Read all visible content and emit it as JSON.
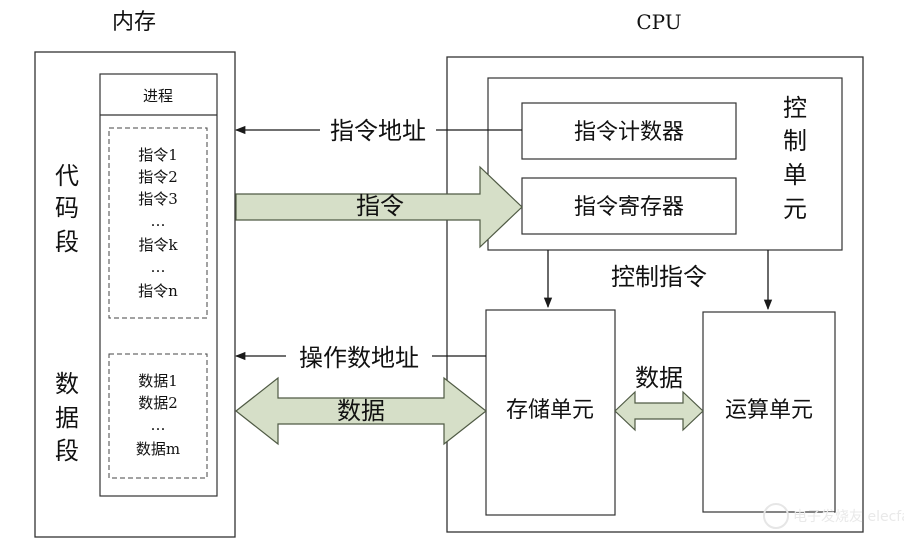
{
  "memory": {
    "title": "内存",
    "code_segment": [
      "代",
      "码",
      "段"
    ],
    "data_segment": [
      "数",
      "据",
      "段"
    ],
    "process_label": "进程",
    "instructions": [
      "指令1",
      "指令2",
      "指令3",
      "…",
      "指令k",
      "…",
      "指令n"
    ],
    "data_items": [
      "数据1",
      "数据2",
      "…",
      "数据m"
    ]
  },
  "cpu": {
    "title": "CPU",
    "control_unit": [
      "控",
      "制",
      "单",
      "元"
    ],
    "program_counter": "指令计数器",
    "instruction_register": "指令寄存器",
    "storage_unit": "存储单元",
    "alu": "运算单元"
  },
  "connections": {
    "instruction_address": "指令地址",
    "instruction": "指令",
    "control_instruction": "控制指令",
    "operand_address": "操作数地址",
    "data": "数据",
    "internal_data": "数据"
  },
  "colors": {
    "block_arrow_fill": "#d6dfc8",
    "block_arrow_stroke": "#4f5a44",
    "line": "#1a1a1a"
  },
  "watermark": "电子发烧友 elecfans.com"
}
